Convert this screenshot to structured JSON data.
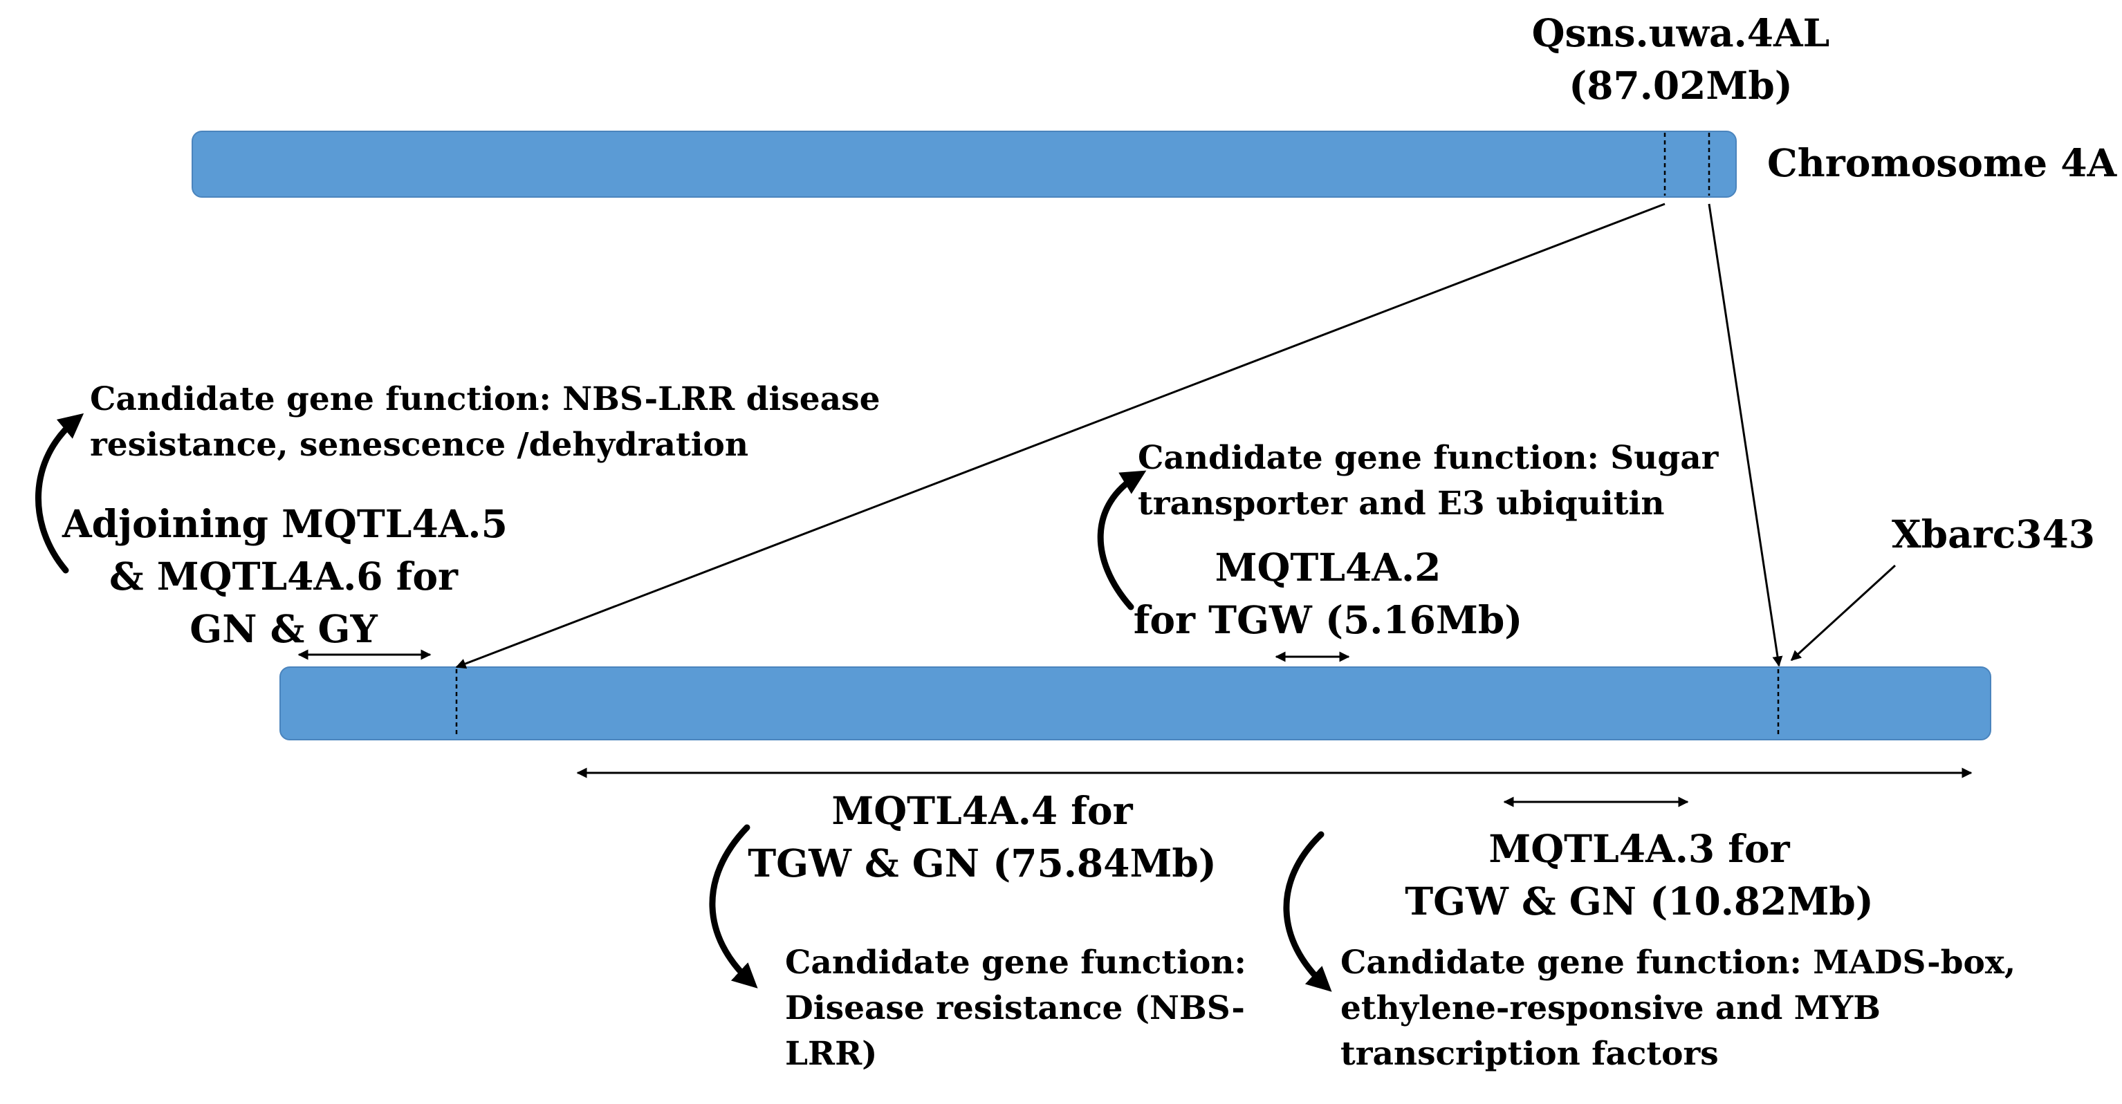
{
  "header": {
    "qtl_label": [
      "Qsns.uwa.4AL",
      "(87.02Mb)"
    ],
    "chromosome_label": "Chromosome 4A"
  },
  "marker": {
    "label": "Xbarc343"
  },
  "mqtl_adjoining": {
    "function": [
      "Candidate gene function: NBS-LRR disease",
      "resistance, senescence /dehydration"
    ],
    "label": [
      "Adjoining MQTL4A.5",
      "& MQTL4A.6 for",
      "GN & GY"
    ]
  },
  "mqtl_4a2": {
    "function": [
      "Candidate gene function: Sugar",
      "transporter and E3 ubiquitin"
    ],
    "label": [
      "MQTL4A.2",
      "for TGW (5.16Mb)"
    ]
  },
  "mqtl_4a4": {
    "label": [
      "MQTL4A.4 for",
      "TGW & GN (75.84Mb)"
    ],
    "function": [
      "Candidate gene function:",
      "Disease resistance (NBS-",
      "LRR)"
    ]
  },
  "mqtl_4a3": {
    "label": [
      "MQTL4A.3 for",
      "TGW & GN (10.82Mb)"
    ],
    "function": [
      "Candidate gene function: MADS-box,",
      "ethylene-responsive and MYB",
      "transcription factors"
    ]
  },
  "colors": {
    "chromosome_fill": "#5b9bd5",
    "chromosome_stroke": "#4a84bd",
    "line": "#000000"
  }
}
